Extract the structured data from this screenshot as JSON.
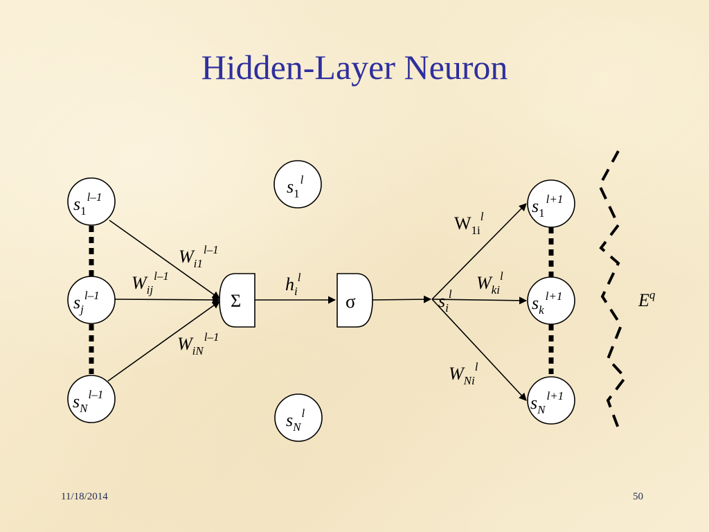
{
  "slide": {
    "title": "Hidden-Layer Neuron",
    "date": "11/18/2014",
    "page_number": "50"
  },
  "diagram": {
    "input_nodes": [
      {
        "base": "s",
        "sub": "1",
        "sup": "l–1"
      },
      {
        "base": "s",
        "sub": "j",
        "sup": "l–1"
      },
      {
        "base": "s",
        "sub": "N",
        "sup": "l–1"
      }
    ],
    "hidden_nodes": [
      {
        "base": "s",
        "sub": "1",
        "sup": "l"
      },
      {
        "base": "s",
        "sub": "N",
        "sup": "l"
      }
    ],
    "output_nodes": [
      {
        "base": "s",
        "sub": "1",
        "sup": "l+1"
      },
      {
        "base": "s",
        "sub": "k",
        "sup": "l+1"
      },
      {
        "base": "s",
        "sub": "N",
        "sup": "l+1"
      }
    ],
    "input_weights": [
      {
        "base": "W",
        "sub": "i1",
        "sup": "l–1"
      },
      {
        "base": "W",
        "sub": "ij",
        "sup": "l–1"
      },
      {
        "base": "W",
        "sub": "iN",
        "sup": "l–1"
      }
    ],
    "output_weights": [
      {
        "base": "W",
        "sub": "1i",
        "sup": "l"
      },
      {
        "base": "W",
        "sub": "ki",
        "sup": "l"
      },
      {
        "base": "W",
        "sub": "Ni",
        "sup": "l"
      }
    ],
    "sum_symbol": "Σ",
    "activation_symbol": "σ",
    "net_input": {
      "base": "h",
      "sub": "i",
      "sup": "l"
    },
    "output_signal": {
      "base": "s",
      "sub": "i",
      "sup": "l"
    },
    "error_label": {
      "base": "E",
      "sup": "q"
    }
  }
}
